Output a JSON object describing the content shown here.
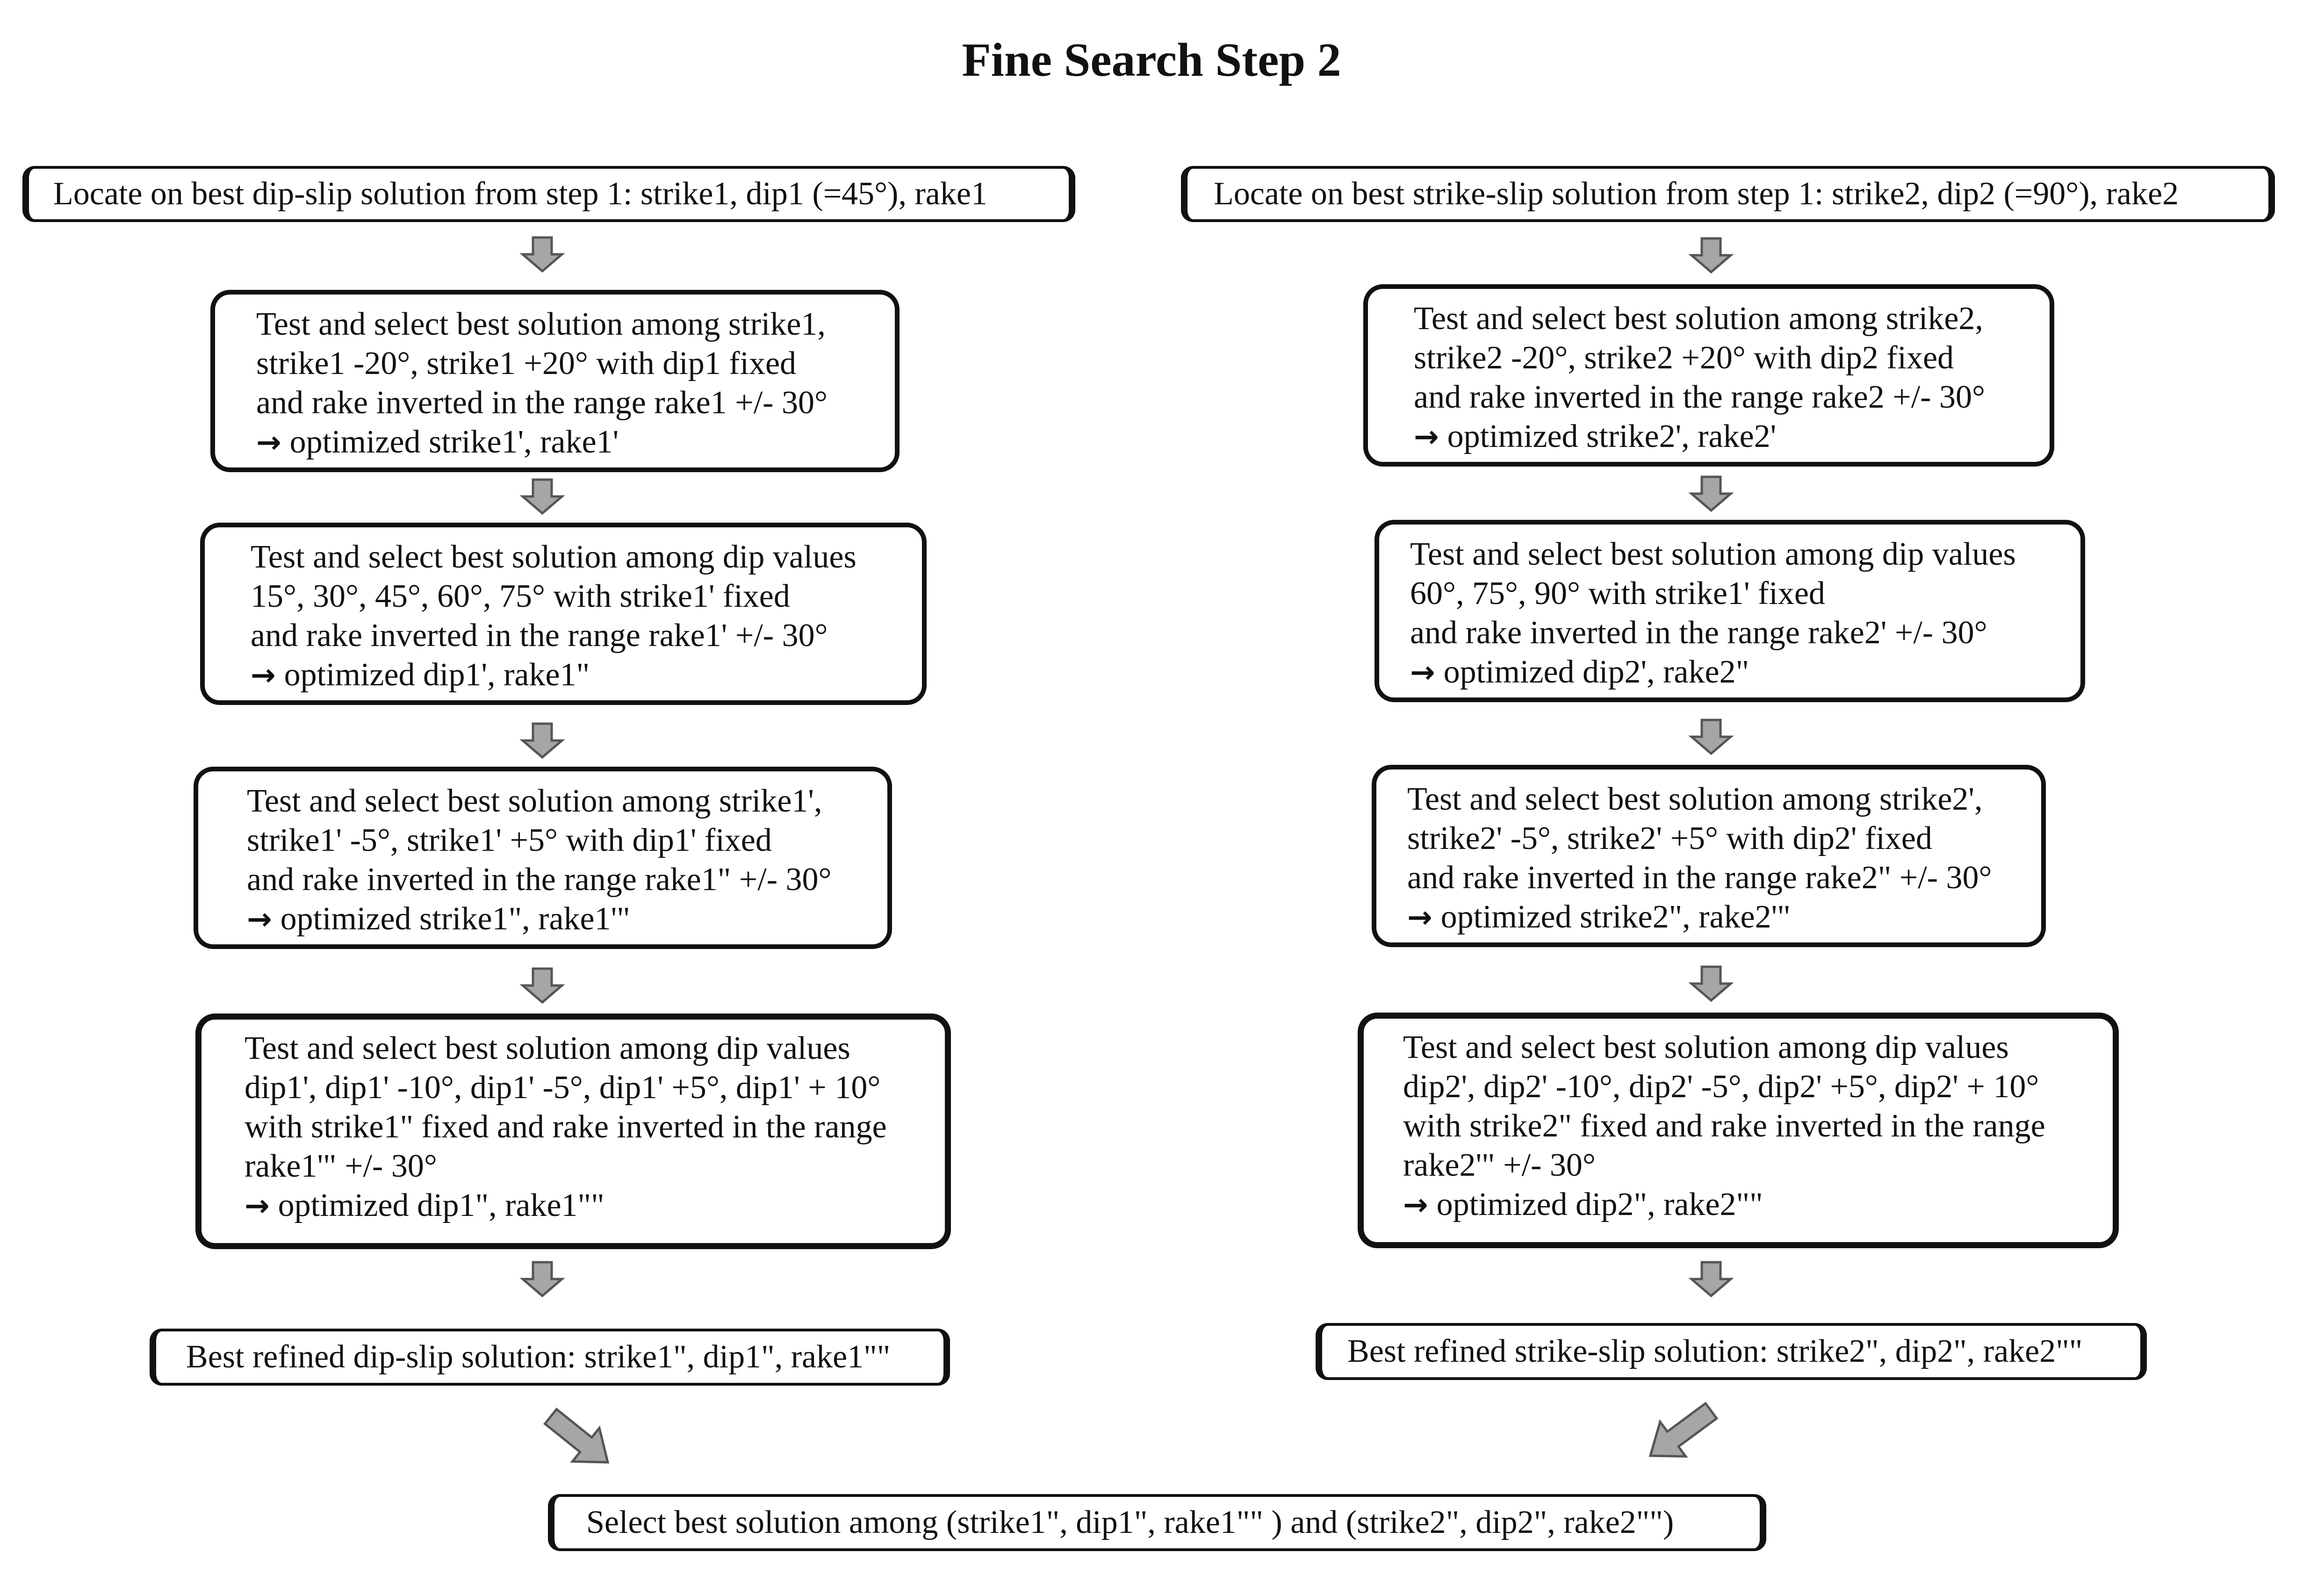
{
  "title": "Fine Search Step 2",
  "left": {
    "header": "Locate on best dip-slip solution from step 1:  strike1, dip1 (=45°), rake1",
    "steps": [
      {
        "lines": [
          "Test and select best solution among strike1,",
          "strike1 -20°, strike1 +20° with dip1 fixed",
          "and rake inverted in the range rake1 +/- 30°"
        ],
        "result": "optimized strike1', rake1'"
      },
      {
        "lines": [
          "Test and select best solution among dip values",
          "15°, 30°, 45°, 60°, 75° with strike1' fixed",
          "and rake inverted in the range rake1' +/- 30°"
        ],
        "result": "optimized dip1', rake1\""
      },
      {
        "lines": [
          "Test and select best solution among strike1',",
          "strike1' -5°, strike1' +5° with dip1' fixed",
          "and rake inverted in the range rake1\" +/- 30°"
        ],
        "result": "optimized strike1\", rake1'\""
      },
      {
        "lines": [
          "Test and select best solution among dip values",
          "dip1', dip1' -10°, dip1' -5°, dip1' +5°, dip1' + 10°",
          "with strike1\" fixed and rake inverted in the range",
          "rake1'\" +/- 30°"
        ],
        "result": "optimized dip1\", rake1\"\""
      }
    ],
    "final": "Best refined dip-slip solution: strike1\", dip1\", rake1\"\""
  },
  "right": {
    "header": "Locate on best strike-slip solution from step 1:  strike2, dip2 (=90°), rake2",
    "steps": [
      {
        "lines": [
          "Test and select best solution among strike2,",
          "strike2 -20°, strike2 +20° with dip2 fixed",
          "and rake inverted in the range rake2 +/- 30°"
        ],
        "result": "optimized strike2', rake2'"
      },
      {
        "lines": [
          "Test and select best solution among dip values",
          "60°, 75°, 90° with strike1' fixed",
          "and rake inverted in the range rake2' +/- 30°"
        ],
        "result": "optimized dip2', rake2\""
      },
      {
        "lines": [
          "Test and select best solution among strike2',",
          "strike2' -5°, strike2' +5° with dip2' fixed",
          "and rake inverted in the range rake2\" +/- 30°"
        ],
        "result": "optimized strike2\", rake2'\""
      },
      {
        "lines": [
          "Test and select best solution among dip values",
          "dip2', dip2' -10°, dip2' -5°, dip2' +5°, dip2' + 10°",
          "with strike2\" fixed and rake inverted in the range",
          "rake2'\" +/- 30°"
        ],
        "result": "optimized dip2\", rake2\"\""
      }
    ],
    "final": "Best refined strike-slip solution: strike2\", dip2\", rake2\"\""
  },
  "bottom": "Select best solution among (strike1\", dip1\", rake1\"\" ) and (strike2\", dip2\", rake2\"\")",
  "colors": {
    "arrow_fill": "#a6a6a6",
    "arrow_stroke": "#555555",
    "border": "#111111"
  },
  "icons": {
    "result_marker": "right-arrow-icon",
    "flow_connector": "down-arrow-icon"
  }
}
